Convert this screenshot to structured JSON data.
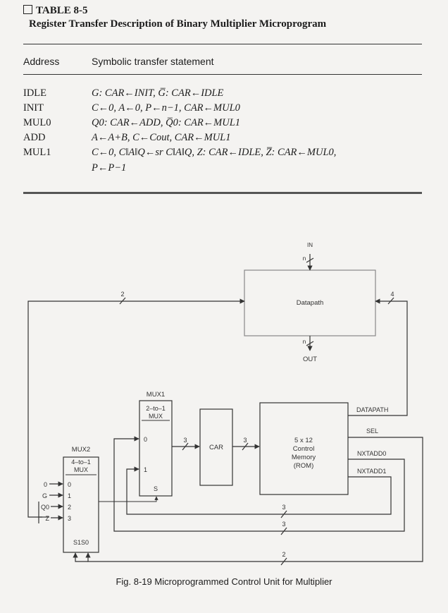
{
  "table": {
    "label": "TABLE 8-5",
    "title": "Register Transfer Description of Binary Multiplier Microprogram",
    "headers": {
      "address": "Address",
      "statement": "Symbolic transfer statement"
    },
    "rows": [
      {
        "address": "IDLE",
        "statement": "G: CAR←INIT, G̅: CAR←IDLE"
      },
      {
        "address": "INIT",
        "statement": "C←0, A←0, P←n−1, CAR←MUL0"
      },
      {
        "address": "MUL0",
        "statement": "Q0: CAR←ADD, Q̅0: CAR←MUL1"
      },
      {
        "address": "ADD",
        "statement": "A←A+B, C←Cout, CAR←MUL1"
      },
      {
        "address": "MUL1",
        "statement": "C←0, C‖A‖Q←sr C‖A‖Q, Z: CAR←IDLE, Z̅: CAR←MUL0,"
      }
    ],
    "continuation": "P←P−1"
  },
  "diagram": {
    "datapath": {
      "label": "Datapath",
      "in": "IN",
      "out": "OUT",
      "n_in": "n",
      "n_out": "n"
    },
    "mux1": {
      "name": "MUX1",
      "type": "2–to–1",
      "type2": "MUX",
      "in0": "0",
      "in1": "1",
      "sel": "S"
    },
    "mux2": {
      "name": "MUX2",
      "type": "4–to–1",
      "type2": "MUX",
      "in0": "0",
      "in1": "1",
      "in2": "2",
      "in3": "3",
      "sel": "S1S0"
    },
    "mux2_inputs": [
      "0",
      "G",
      "Q0",
      "Z"
    ],
    "car": "CAR",
    "rom": {
      "line1": "5 x 12",
      "line2": "Control",
      "line3": "Memory",
      "line4": "(ROM)"
    },
    "rom_outputs": [
      "DATAPATH",
      "SEL",
      "NXTADD0",
      "NXTADD1"
    ],
    "bus_widths": {
      "mux2_to_datapath": "2",
      "datapath_ctrl": "4",
      "mux1_car": "3",
      "car_rom": "3",
      "nxtadd1": "3",
      "nxtadd0": "3",
      "sel": "2"
    }
  },
  "caption": "Fig. 8-19  Microprogrammed Control Unit  for Multiplier"
}
